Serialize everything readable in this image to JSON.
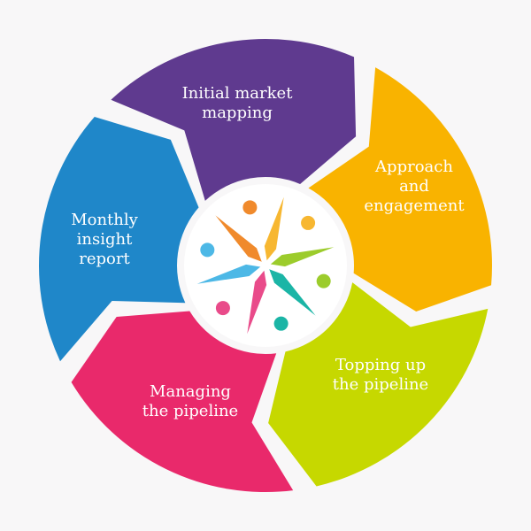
{
  "diagram": {
    "type": "cycle",
    "steps": [
      {
        "label": "Initial market\nmapping",
        "color": "#5f3a8f"
      },
      {
        "label": "Approach\nand\nengagement",
        "color": "#f9b300"
      },
      {
        "label": "Topping up\nthe pipeline",
        "color": "#c6d800"
      },
      {
        "label": "Managing\nthe pipeline",
        "color": "#e9296b"
      },
      {
        "label": "Monthly\ninsight\nreport",
        "color": "#1f87c9"
      }
    ],
    "logo_colors": [
      "#f7b731",
      "#9ccc2c",
      "#1bb5a6",
      "#e94b8a",
      "#4db8e6",
      "#f08a2c"
    ]
  }
}
